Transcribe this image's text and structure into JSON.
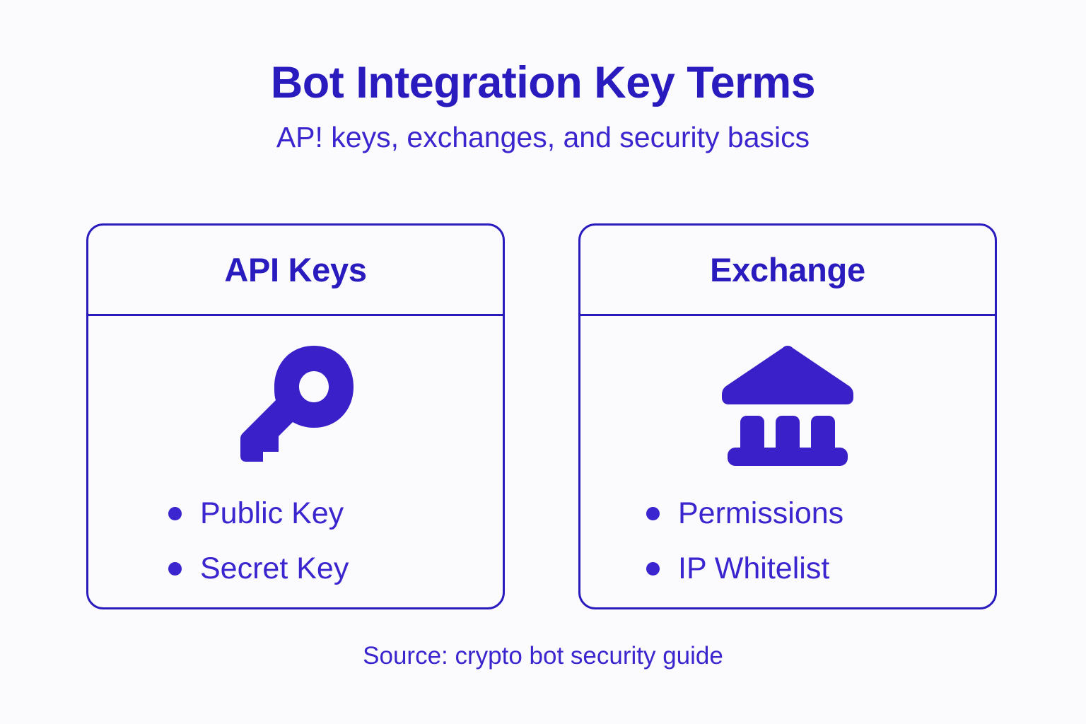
{
  "header": {
    "title": "Bot Integration Key Terms",
    "subtitle": "AP! keys, exchanges, and security basics"
  },
  "cards": [
    {
      "id": "api-keys",
      "title": "API Keys",
      "icon": "key-icon",
      "items": [
        "Public Key",
        "Secret Key"
      ]
    },
    {
      "id": "exchange",
      "title": "Exchange",
      "icon": "bank-icon",
      "items": [
        "Permissions",
        "IP Whitelist"
      ]
    }
  ],
  "footer": {
    "source": "Source: crypto bot security guide"
  },
  "colors": {
    "background": "#fbfbfd",
    "title": "#2a1bbf",
    "body_text": "#3a25cf",
    "icon_fill": "#3a20c8",
    "border": "#2a1bbf"
  }
}
